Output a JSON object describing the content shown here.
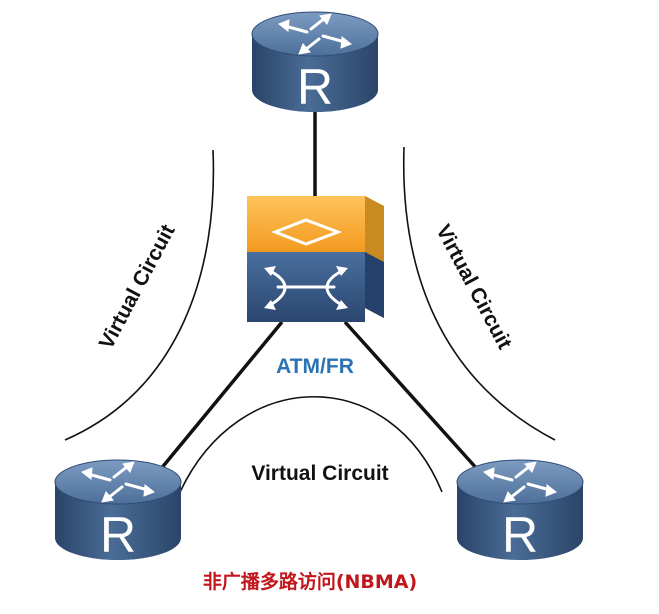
{
  "diagram": {
    "labels": {
      "vc_left": "Virtual Circuit",
      "vc_right": "Virtual Circuit",
      "vc_bottom": "Virtual Circuit",
      "switch_label": "ATM/FR",
      "network_type": "非广播多路访问(NBMA)"
    },
    "router_glyph": "R",
    "nodes": [
      {
        "id": "router-top",
        "icon": "router-icon"
      },
      {
        "id": "atm-fr-switch",
        "icon": "atm-switch-icon"
      },
      {
        "id": "router-bottom-left",
        "icon": "router-icon"
      },
      {
        "id": "router-bottom-right",
        "icon": "router-icon"
      }
    ],
    "links": [
      {
        "from": "router-top",
        "to": "atm-fr-switch"
      },
      {
        "from": "atm-fr-switch",
        "to": "router-bottom-left"
      },
      {
        "from": "atm-fr-switch",
        "to": "router-bottom-right"
      }
    ],
    "colors": {
      "router_body": "#3b5c86",
      "router_top": "#5b7fa9",
      "switch_orange": "#f0a030",
      "switch_blue": "#355a88",
      "switch_label": "#2b73b4",
      "network_label": "#c0161c",
      "line": "#111111"
    }
  }
}
